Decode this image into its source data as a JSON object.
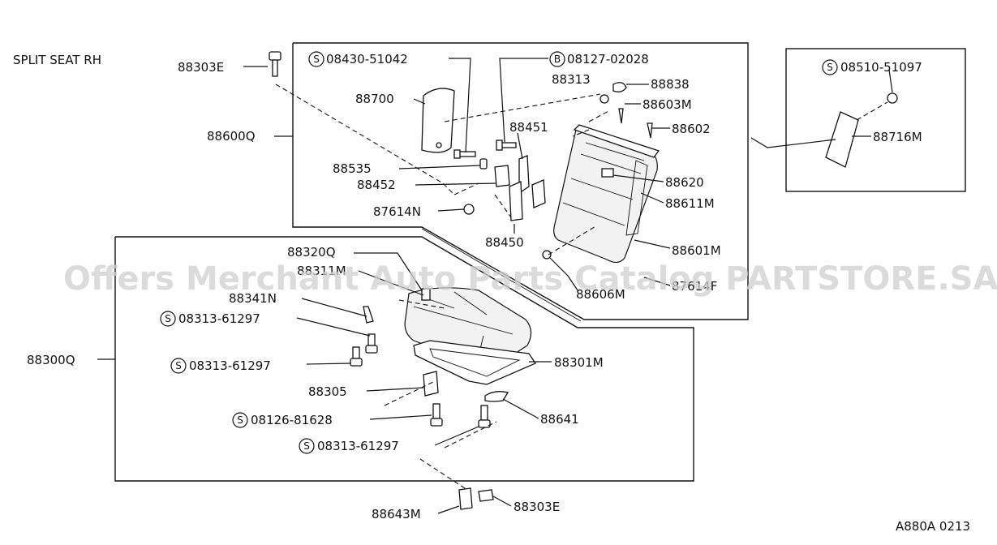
{
  "title": "SPLIT SEAT RH",
  "diagram_code": "A880A 0213",
  "watermark": "Offers Merchant Auto Parts Catalog PARTSTORE.SA",
  "parts": {
    "p88303E_top": "88303E",
    "p88600Q": "88600Q",
    "p08430_51042": "08430-51042",
    "p08127_02028": "08127-02028",
    "p88313": "88313",
    "p88838": "88838",
    "p88700": "88700",
    "p88603M": "88603M",
    "p88451": "88451",
    "p88602": "88602",
    "p88535": "88535",
    "p88452": "88452",
    "p88620": "88620",
    "p88611M": "88611M",
    "p87614N": "87614N",
    "p88450": "88450",
    "p88601M": "88601M",
    "p88606M": "88606M",
    "p87614F": "87614F",
    "p08510_51097": "08510-51097",
    "p88716M": "88716M",
    "p88320Q": "88320Q",
    "p88311M": "88311M",
    "p88341N": "88341N",
    "p08313_61297_a": "08313-61297",
    "p88300Q": "88300Q",
    "p08313_61297_b": "08313-61297",
    "p88301M": "88301M",
    "p88305": "88305",
    "p08126_81628": "08126-81628",
    "p88641": "88641",
    "p08313_61297_c": "08313-61297",
    "p88643M": "88643M",
    "p88303E_bottom": "88303E"
  },
  "badges": {
    "screw": "S",
    "bolt": "B"
  }
}
